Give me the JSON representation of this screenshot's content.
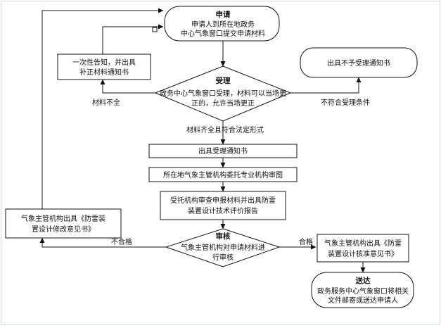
{
  "nodes": {
    "apply": {
      "title": "申请",
      "line1": "申请人到所在地政务",
      "line2": "中心气象窗口提交申请材料"
    },
    "notify_once": {
      "line1": "一次性告知，并出具",
      "line2": "补正材料通知书"
    },
    "reject": {
      "text": "出具不予受理通知书"
    },
    "accept": {
      "title": "受理",
      "line1": "政务中心气象窗口受理，材料可以当场更",
      "line2": "正的，允许当场更正"
    },
    "receipt": {
      "text": "出具受理通知书"
    },
    "entrust": {
      "text": "所在地气象主管机构委托专业机构审图"
    },
    "review_agency": {
      "line1": "受托机构审查申报材料并出具防雷",
      "line2": "装置设计技术评价报告"
    },
    "modify_opinion": {
      "line1": "气象主管机构出具《防雷装",
      "line2": "置设计修改意见书》"
    },
    "audit": {
      "title": "审核",
      "line1": "气象主管机构对申请材料进",
      "line2": "行审核"
    },
    "approve_opinion": {
      "line1": "气象主管机构出具《防雷",
      "line2": "装置设计核准意见书》"
    },
    "deliver": {
      "title": "送达",
      "line1": "政务服务中心气象窗口将相关",
      "line2": "文件邮寄或送达申请人"
    }
  },
  "edge_labels": {
    "incomplete": "材料不全",
    "not_meet": "不符合受理条件",
    "complete": "材料齐全且符合法定形式",
    "fail": "不合格",
    "pass": "合格"
  }
}
